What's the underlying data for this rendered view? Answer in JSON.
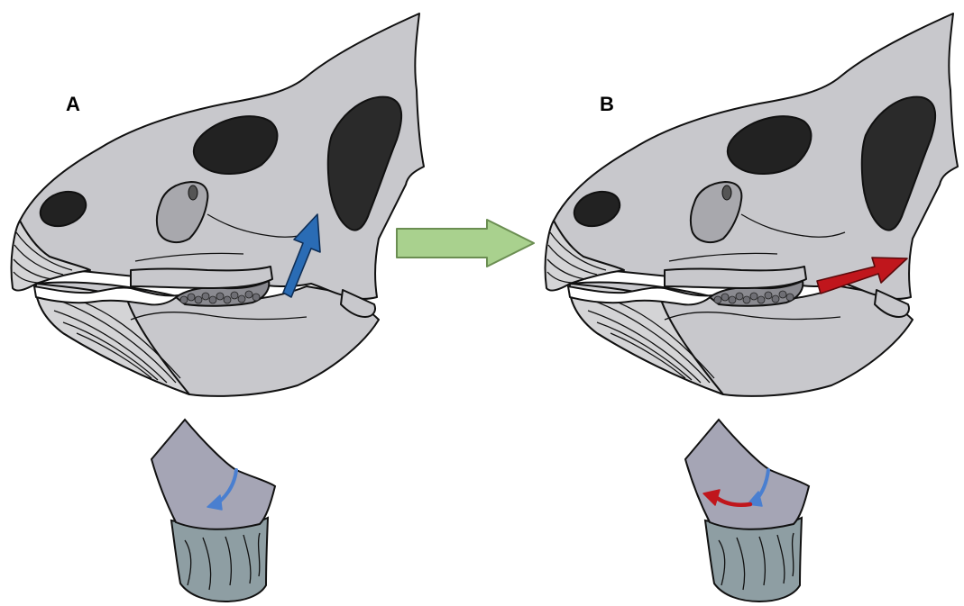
{
  "panels": [
    {
      "id": "A",
      "label": "A",
      "jaw_motion_arrow": {
        "color": "#2a6cb5",
        "direction": "upward"
      },
      "tooth_arrows": [
        {
          "color": "#4a7fd0",
          "direction": "down-left"
        }
      ]
    },
    {
      "id": "B",
      "label": "B",
      "jaw_motion_arrow": {
        "color": "#c0161c",
        "direction": "posterior"
      },
      "tooth_arrows": [
        {
          "color": "#4a7fd0",
          "direction": "down-left"
        },
        {
          "color": "#c0161c",
          "direction": "left"
        }
      ]
    }
  ],
  "transition_arrow": {
    "color": "#a9d18e",
    "direction": "right"
  },
  "colors": {
    "skull_fill": "#c8c8cc",
    "fenestra_fill": "#222222",
    "orbit_bone_fill": "#a8a8ad",
    "beak_fill": "#d4d4d6",
    "tooth_crown_fill": "#a5a5b5",
    "tooth_root_fill": "#8e9ea3"
  }
}
